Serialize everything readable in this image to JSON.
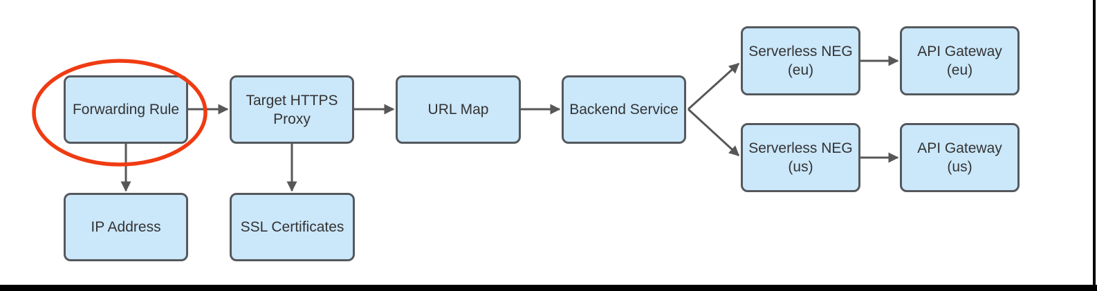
{
  "diagram": {
    "nodes": {
      "forwarding_rule": {
        "label": "Forwarding Rule"
      },
      "target_https_proxy": {
        "label": "Target HTTPS\nProxy"
      },
      "url_map": {
        "label": "URL Map"
      },
      "backend_service": {
        "label": "Backend Service"
      },
      "serverless_neg_eu": {
        "label": "Serverless NEG\n(eu)"
      },
      "api_gateway_eu": {
        "label": "API Gateway\n(eu)"
      },
      "serverless_neg_us": {
        "label": "Serverless NEG\n(us)"
      },
      "api_gateway_us": {
        "label": "API Gateway\n(us)"
      },
      "ip_address": {
        "label": "IP Address"
      },
      "ssl_certificates": {
        "label": "SSL Certificates"
      }
    },
    "edges": [
      {
        "from": "forwarding_rule",
        "to": "target_https_proxy"
      },
      {
        "from": "target_https_proxy",
        "to": "url_map"
      },
      {
        "from": "url_map",
        "to": "backend_service"
      },
      {
        "from": "backend_service",
        "to": "serverless_neg_eu"
      },
      {
        "from": "backend_service",
        "to": "serverless_neg_us"
      },
      {
        "from": "serverless_neg_eu",
        "to": "api_gateway_eu"
      },
      {
        "from": "serverless_neg_us",
        "to": "api_gateway_us"
      },
      {
        "from": "forwarding_rule",
        "to": "ip_address"
      },
      {
        "from": "target_https_proxy",
        "to": "ssl_certificates"
      }
    ],
    "annotation": {
      "shape": "ellipse-highlight",
      "highlights": "forwarding_rule"
    },
    "colors": {
      "node_fill": "#cbe7fa",
      "node_border": "#54585c",
      "connector": "#575757",
      "highlight_ellipse": "#f03b12",
      "text": "#333333",
      "background": "#ffffff",
      "frame": "#000000"
    }
  }
}
